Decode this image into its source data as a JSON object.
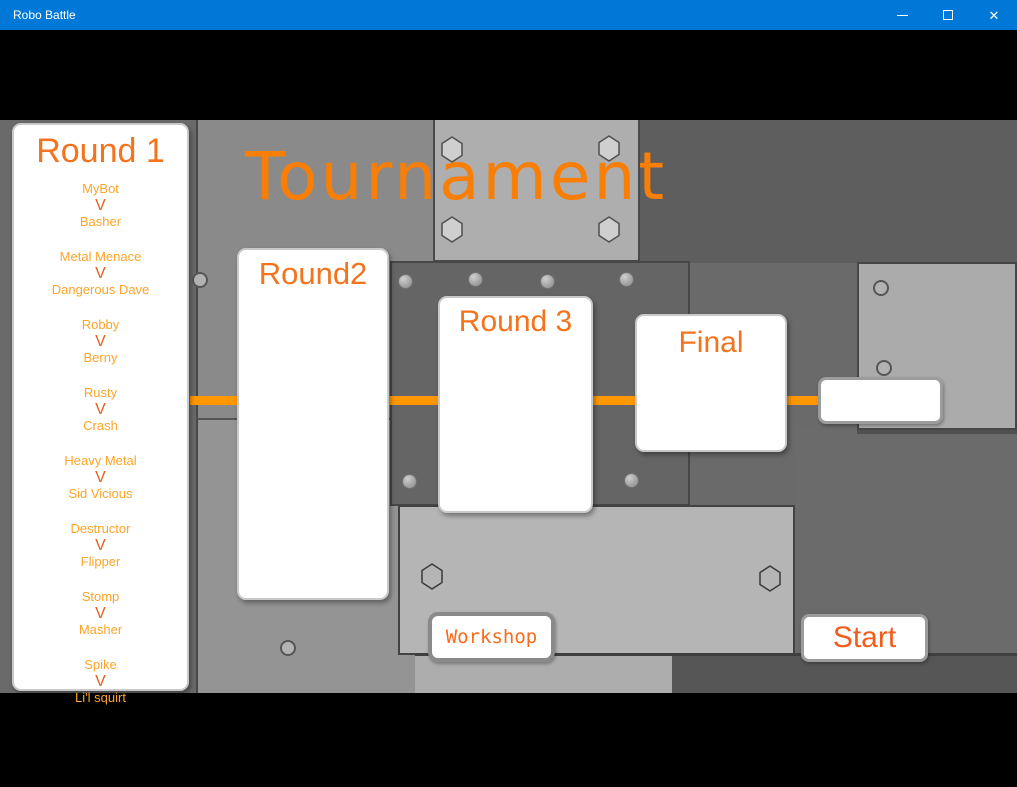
{
  "window": {
    "title": "Robo Battle",
    "controls": {
      "minimize": "minimize",
      "maximize": "maximize",
      "close": "✕"
    }
  },
  "heading": "Tournament",
  "rounds": {
    "round1": {
      "title": "Round 1",
      "vs": "V",
      "matches": [
        {
          "a": "MyBot",
          "b": "Basher"
        },
        {
          "a": "Metal Menace",
          "b": "Dangerous Dave"
        },
        {
          "a": "Robby",
          "b": "Berny"
        },
        {
          "a": "Rusty",
          "b": "Crash"
        },
        {
          "a": "Heavy Metal",
          "b": "Sid Vicious"
        },
        {
          "a": "Destructor",
          "b": "Flipper"
        },
        {
          "a": "Stomp",
          "b": "Masher"
        },
        {
          "a": "Spike",
          "b": "Li'l squirt"
        }
      ]
    },
    "round2": {
      "title": "Round2"
    },
    "round3": {
      "title": "Round 3"
    },
    "final": {
      "title": "Final"
    },
    "winner": {
      "value": ""
    }
  },
  "buttons": {
    "workshop": "Workshop",
    "start": "Start"
  },
  "colors": {
    "titlebar_blue": "#0078D7",
    "heading_orange": "#F97E06",
    "panel_title_orange": "#F4731C",
    "player_name_orange": "#FFA428",
    "vs_orange": "#E8611C",
    "connector_orange": "#FF9800",
    "top_bottom_band": "#000000"
  }
}
